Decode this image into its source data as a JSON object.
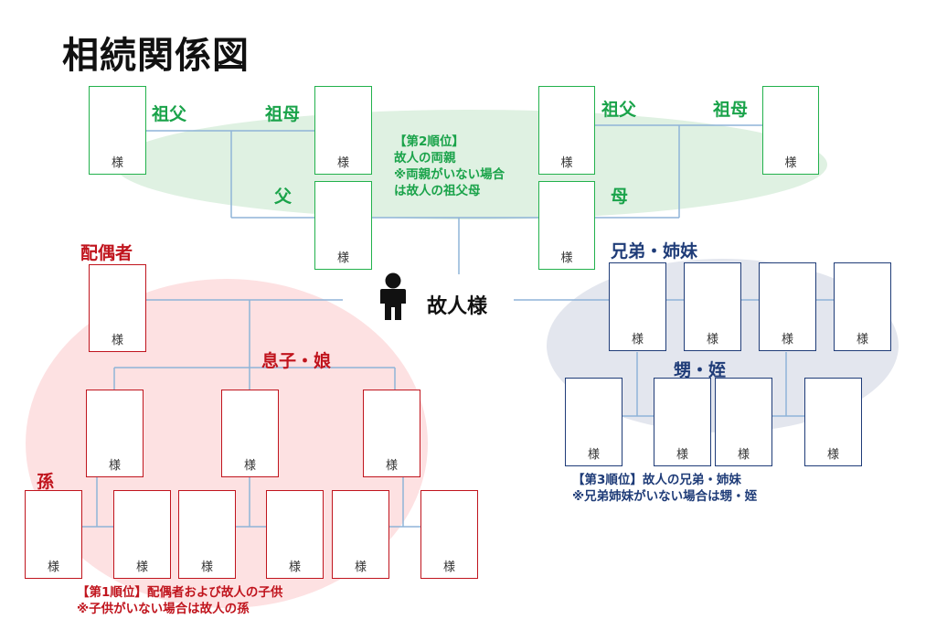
{
  "title": "相続関係図",
  "suffix": "様",
  "deceased": "故人様",
  "colors": {
    "green": "#22b14c",
    "red": "#c0141d",
    "navy": "#1f3c78",
    "line": "#8fb4d8"
  },
  "labels": {
    "grandfather_left": "祖父",
    "grandmother_left": "祖母",
    "grandfather_right": "祖父",
    "grandmother_right": "祖母",
    "father": "父",
    "mother": "母",
    "spouse": "配偶者",
    "children": "息子・娘",
    "grandchildren": "孫",
    "siblings": "兄弟・姉妹",
    "nephews": "甥・姪"
  },
  "notes": {
    "rank2": [
      "【第2順位】",
      "故人の両親",
      "※両親がいない場合",
      "は故人の祖父母"
    ],
    "rank1": [
      "【第1順位】配偶者および故人の子供",
      "※子供がいない場合は故人の孫"
    ],
    "rank3": [
      "【第3順位】故人の兄弟・姉妹",
      "※兄弟姉妹がいない場合は甥・姪"
    ]
  },
  "icons": {
    "person": "person-icon"
  }
}
